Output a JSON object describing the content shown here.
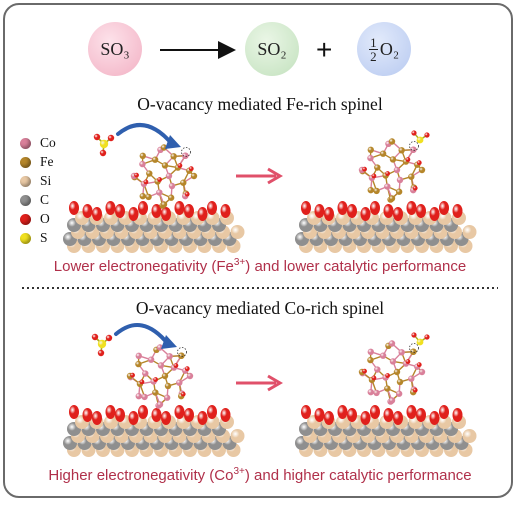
{
  "reaction": {
    "reactant": "SO₃",
    "product1": "SO₂",
    "plus": "+",
    "half_num": "1",
    "half_den": "2",
    "product2": "O₂",
    "colors": {
      "reactant": "#f7c6d3",
      "product1": "#d3ecd0",
      "product2": "#c9d7f5"
    }
  },
  "top_panel": {
    "heading": "O-vacancy mediated Fe-rich spinel",
    "caption_before": "Lower electronegativity (Fe",
    "caption_sup": "3+",
    "caption_after": ") and lower catalytic performance"
  },
  "bottom_panel": {
    "heading": "O-vacancy mediated Co-rich spinel",
    "caption_before": "Higher electronegativity (Co",
    "caption_sup": "3+",
    "caption_after": ") and higher catalytic performance"
  },
  "legend": [
    {
      "label": "Co",
      "color": "#d9809a"
    },
    {
      "label": "Fe",
      "color": "#b5862a"
    },
    {
      "label": "Si",
      "color": "#e8c8a4"
    },
    {
      "label": "C",
      "color": "#8f8f8f"
    },
    {
      "label": "O",
      "color": "#e0201c"
    },
    {
      "label": "S",
      "color": "#f0e020"
    }
  ],
  "colors": {
    "arrow_red": "#e0506a",
    "arrow_blue": "#2f5fae",
    "caption": "#b0304a"
  }
}
